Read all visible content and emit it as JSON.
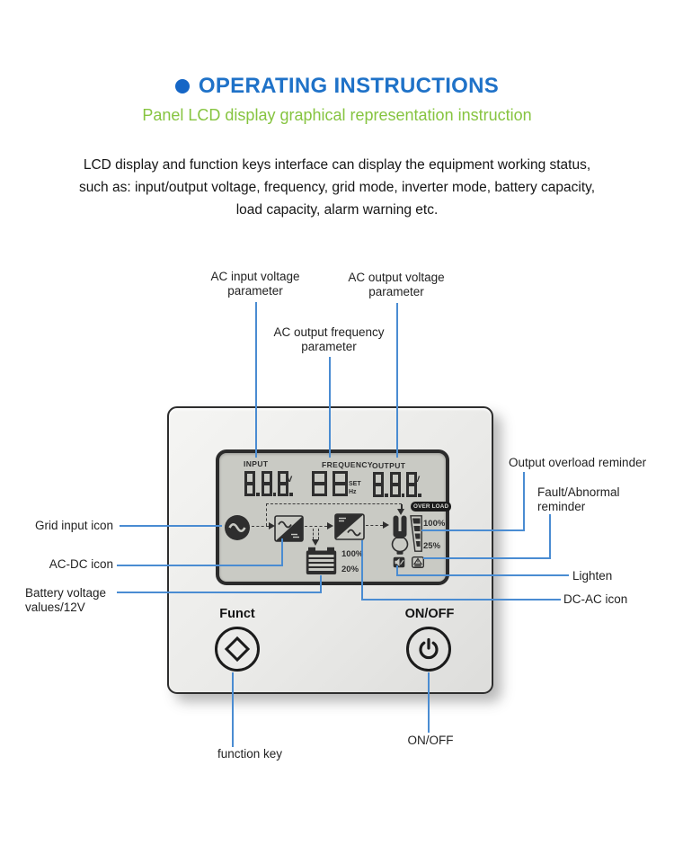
{
  "colors": {
    "title_blue": "#1f72c8",
    "bullet_blue": "#1566c6",
    "subtitle_green": "#86c440",
    "callout_blue": "#4a8cd2",
    "ink": "#2e2e2e",
    "lcd_bg": "#c9cac4",
    "panel_border": "#2d2d2d",
    "text": "#1f1f1f"
  },
  "header": {
    "title": "OPERATING INSTRUCTIONS",
    "subtitle": "Panel LCD display graphical representation instruction",
    "body_line1": "LCD display and function keys interface can display the equipment working status,",
    "body_line2": "such as: input/output voltage, frequency, grid mode, inverter mode, battery capacity,",
    "body_line3": "load capacity, alarm warning etc."
  },
  "callouts": {
    "ac_input_voltage": "AC input voltage\nparameter",
    "ac_output_frequency": "AC output frequency\nparameter",
    "ac_output_voltage": "AC output voltage\nparameter",
    "grid_input": "Grid input icon",
    "ac_dc": "AC-DC icon",
    "battery_voltage": "Battery voltage\nvalues/12V",
    "output_overload": "Output overload reminder",
    "fault_abnormal": "Fault/Abnormal\nreminder",
    "lighten": "Lighten",
    "dc_ac": "DC-AC icon",
    "function_key": "function key",
    "on_off": "ON/OFF"
  },
  "lcd": {
    "input": {
      "label": "INPUT",
      "value": "888",
      "unit": "V"
    },
    "frequency": {
      "label": "FREQUENCY",
      "value": "88",
      "set": "SET",
      "unit": "Hz"
    },
    "output": {
      "label": "OUTPUT",
      "value": "888",
      "unit": "V"
    },
    "overload_badge": "OVER LOAD",
    "load_meter": {
      "max": "100%",
      "min": "25%"
    },
    "battery": {
      "max": "100%",
      "min": "20%"
    }
  },
  "buttons": {
    "funct": "Funct",
    "onoff": "ON/OFF"
  }
}
